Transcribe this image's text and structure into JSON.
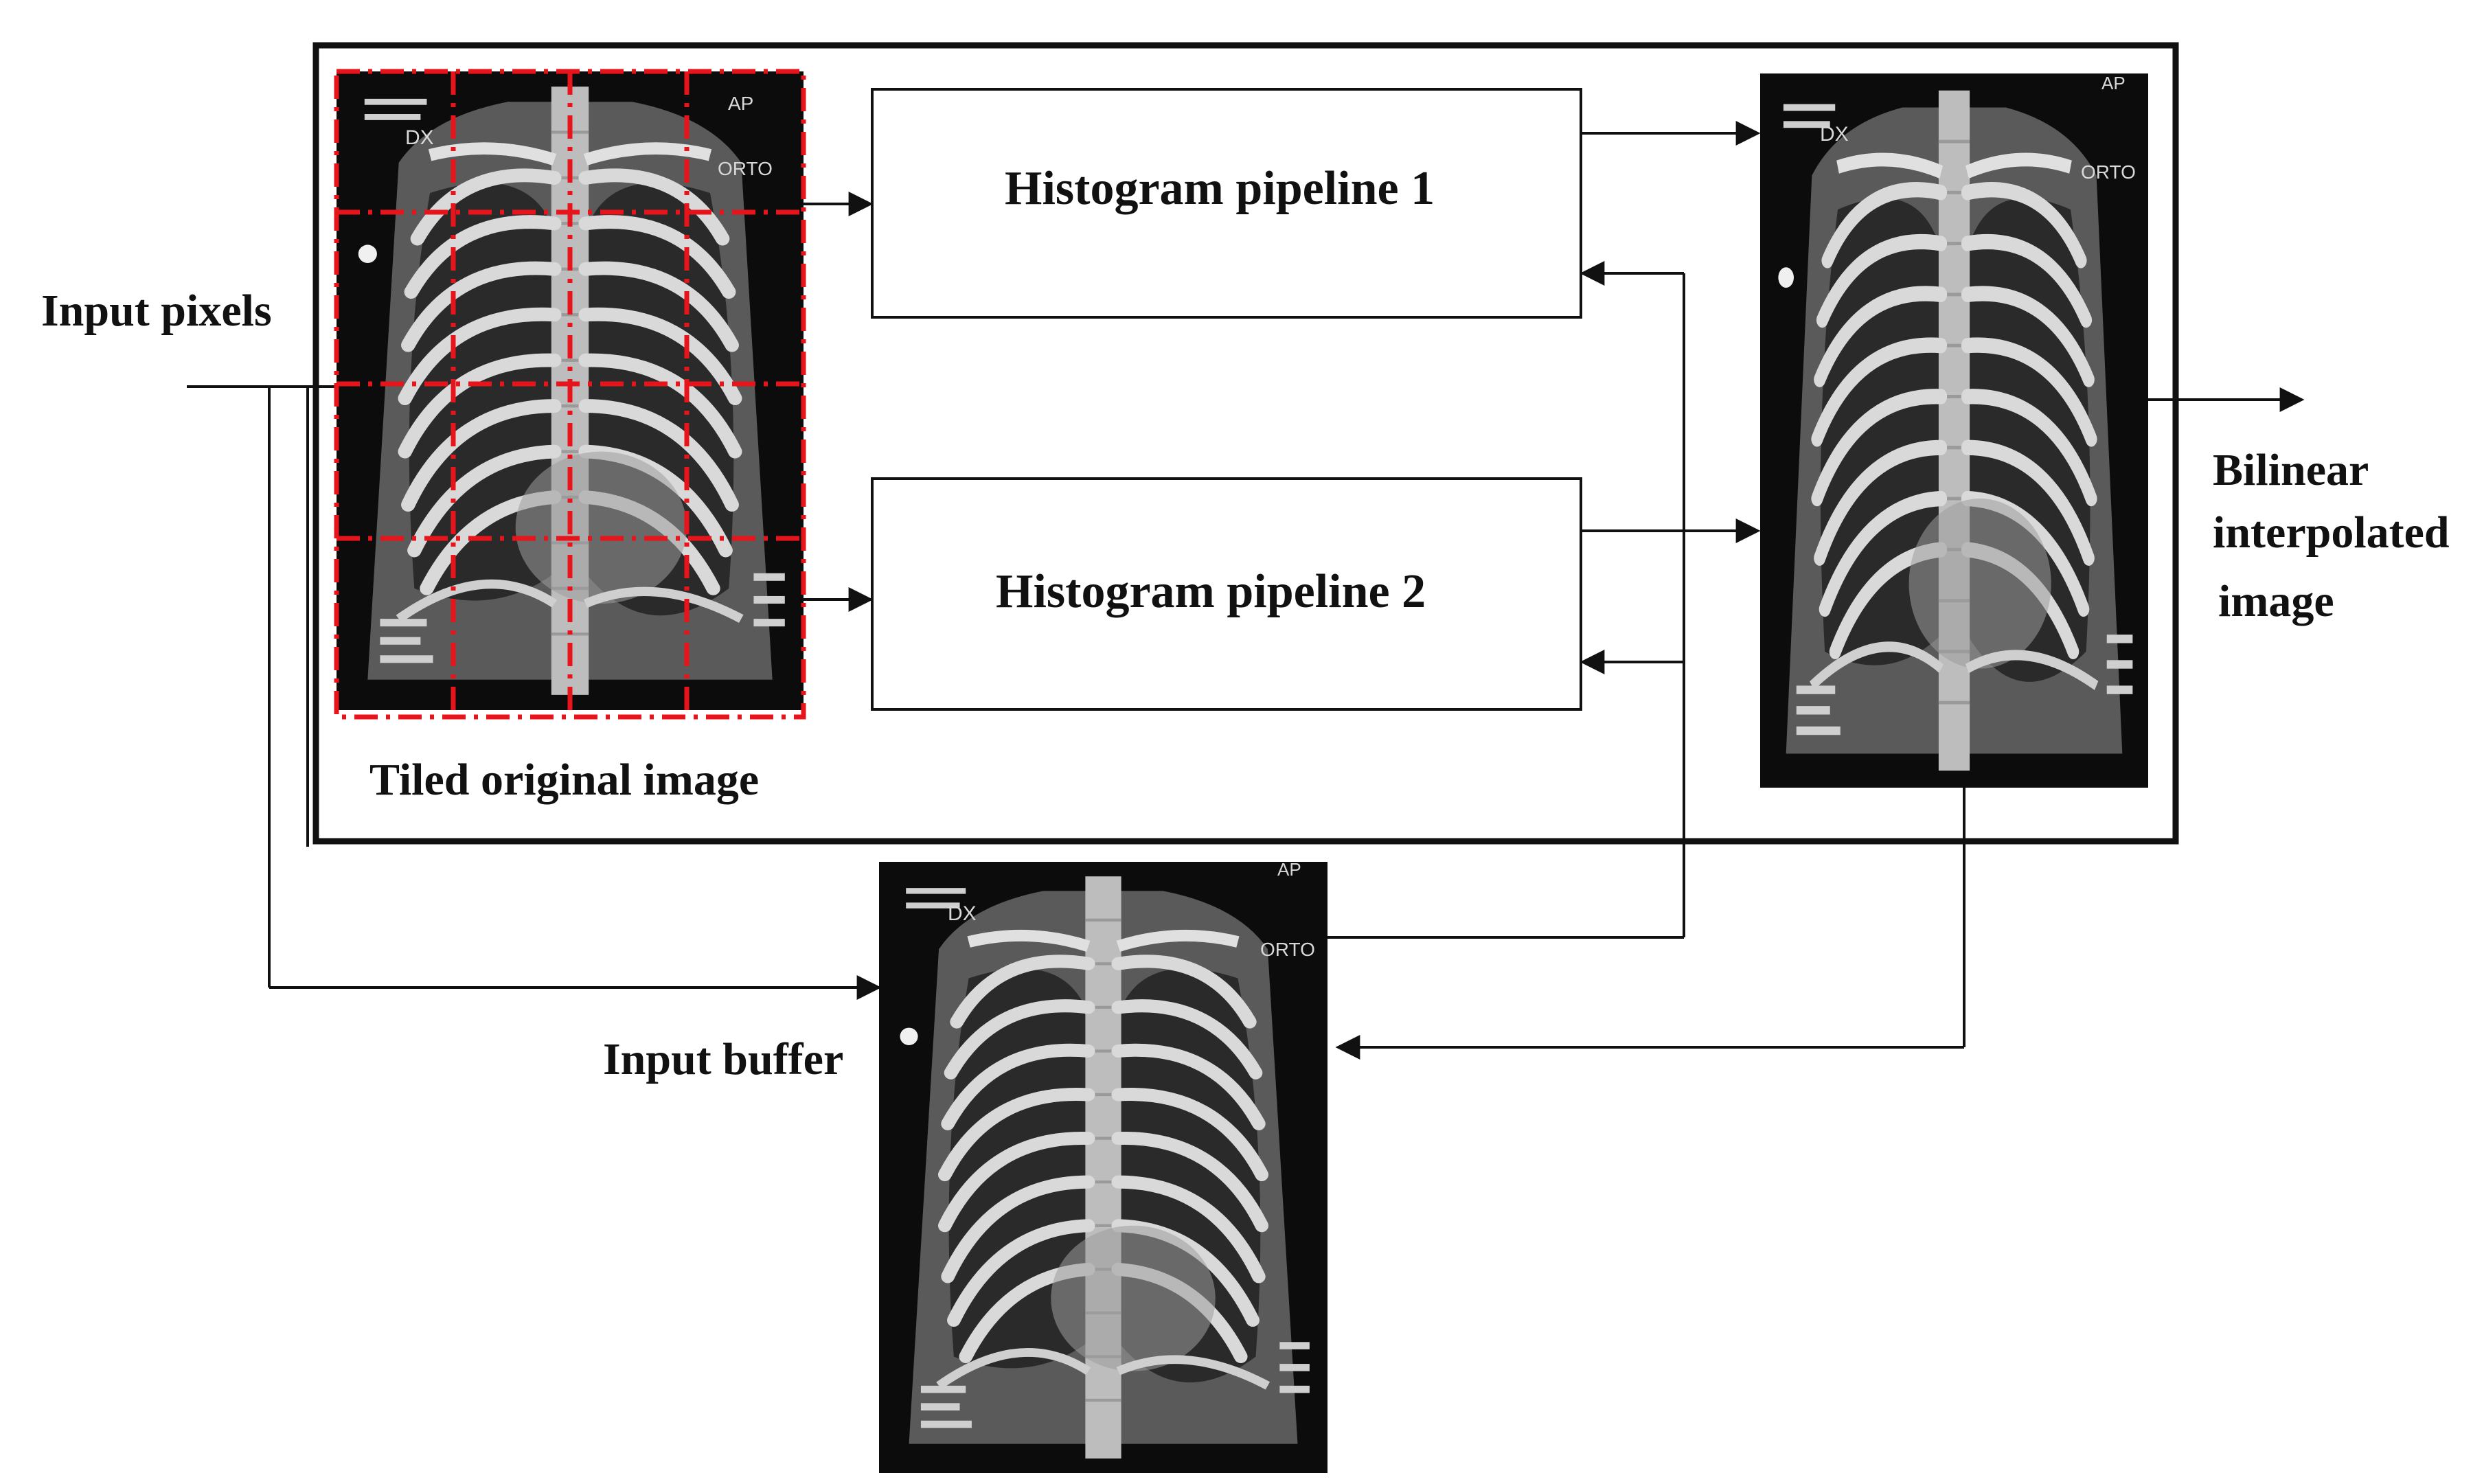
{
  "labels": {
    "input_pixels": "Input pixels",
    "histogram_pipeline_1": "Histogram pipeline 1",
    "histogram_pipeline_2": "Histogram pipeline 2",
    "tiled_original_image": "Tiled original image",
    "input_buffer": "Input buffer",
    "output_line1": "Bilinear",
    "output_line2": "interpolated",
    "output_line3": "image"
  },
  "xray_markings": {
    "view": "AP",
    "modality": "DX",
    "position": "ORTO"
  },
  "colors": {
    "tile_grid": "#e8141b",
    "lines": "#111111",
    "xray_background": "#0c0c0c"
  },
  "tile_grid": {
    "columns": 4,
    "rows": 4
  }
}
